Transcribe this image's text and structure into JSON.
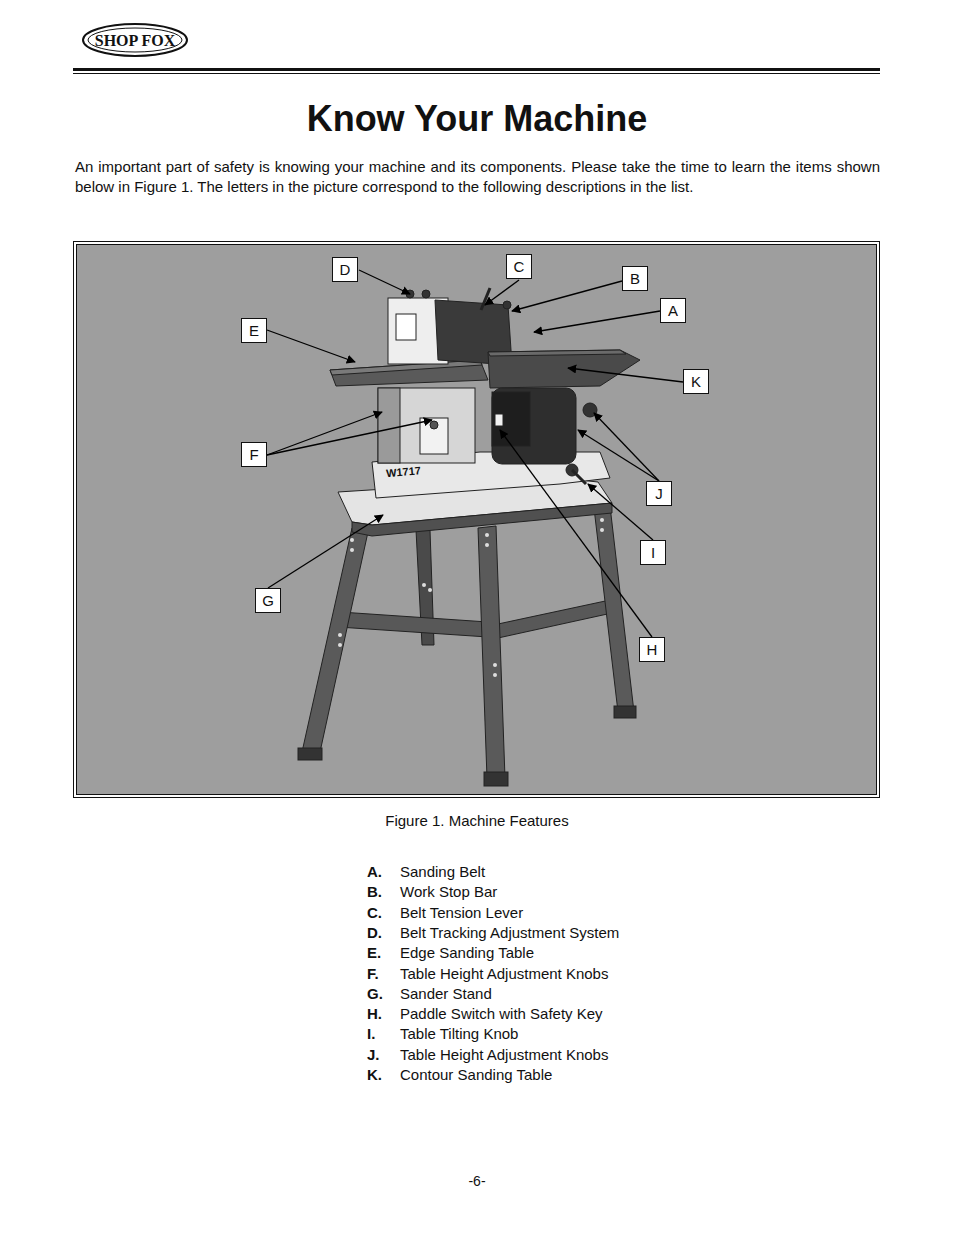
{
  "diagram": {
    "title": "Know Your Machine",
    "caption": "Figure 1. Machine Features",
    "nodes": [
      {
        "text": [
          "D"
        ]
      },
      {
        "text": [
          "C"
        ]
      },
      {
        "text": [
          "B"
        ]
      },
      {
        "text": [
          "A"
        ]
      },
      {
        "text": [
          "E"
        ]
      },
      {
        "text": [
          "K"
        ]
      },
      {
        "text": [
          "F"
        ]
      },
      {
        "text": [
          "J"
        ]
      },
      {
        "text": [
          "I"
        ]
      },
      {
        "text": [
          "G"
        ]
      },
      {
        "text": [
          "H"
        ]
      }
    ],
    "labels": [
      "SHOP FOX",
      "An important part of safety is knowing your machine and its components. Please take the time to learn the items shown below in Figure 1. The letters in the picture correspond to the following descriptions in the list.",
      "W1717",
      "A.",
      "Sanding Belt",
      "B.",
      "Work Stop Bar",
      "C.",
      "Belt Tension Lever",
      "D.",
      "Belt Tracking Adjustment System",
      "E.",
      "Edge Sanding Table",
      "F.",
      "Table Height Adjustment Knobs",
      "G.",
      "Sander Stand",
      "H.",
      "Paddle Switch with Safety Key",
      "I.",
      "Table Tilting Knob",
      "J.",
      "Table Height Adjustment Knobs",
      "K.",
      "Contour Sanding Table",
      "-6-"
    ]
  }
}
